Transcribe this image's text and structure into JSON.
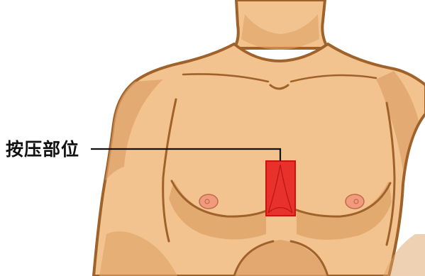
{
  "diagram": {
    "label": "按压部位"
  },
  "colors": {
    "skin": "#f2c38f",
    "skin_shadow": "#dda166",
    "outline": "#a0622b",
    "nipple": "#f09b7d",
    "marker_fill": "#e8312a",
    "marker_stroke": "#c8150f",
    "leader_line": "#111111",
    "background": "#ffffff"
  },
  "icons": [
    "torso-illustration",
    "compression-site-marker"
  ]
}
